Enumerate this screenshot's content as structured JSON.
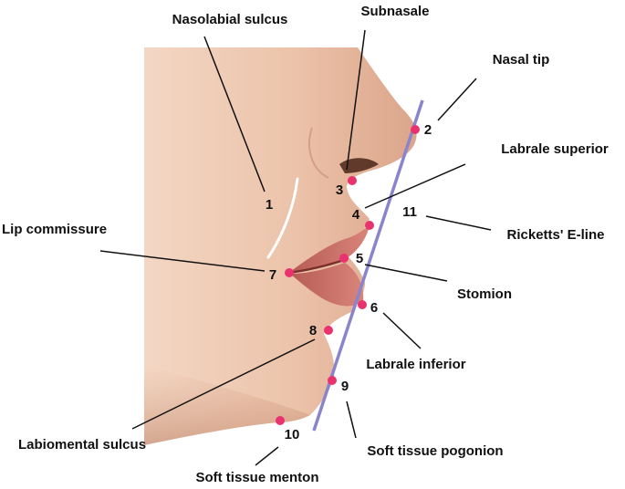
{
  "colors": {
    "skin_light": "#f1d2bd",
    "skin_mid": "#e2ae92",
    "skin_dark": "#b97f63",
    "lip": "#c8695e",
    "lip_dark": "#7a2f2b",
    "nostril": "#4a2418",
    "marker": "#e8336f",
    "eline": "#8a84cc",
    "leader": "#111111",
    "sulcus_mark": "#ffffff"
  },
  "eline": {
    "name": "Ricketts' E-line",
    "number": "11"
  },
  "landmarks": [
    {
      "number": "1",
      "label": "Nasolabial sulcus",
      "marker": false
    },
    {
      "number": "2",
      "label": "Nasal tip",
      "marker": true
    },
    {
      "number": "3",
      "label": "Subnasale",
      "marker": true
    },
    {
      "number": "4",
      "label": "Labrale superior",
      "marker": true
    },
    {
      "number": "5",
      "label": "Stomion",
      "marker": true
    },
    {
      "number": "6",
      "label": "Labrale inferior",
      "marker": true
    },
    {
      "number": "7",
      "label": "Lip commissure",
      "marker": true
    },
    {
      "number": "8",
      "label": "Labiomental sulcus",
      "marker": true
    },
    {
      "number": "9",
      "label": "Soft tissue pogonion",
      "marker": true
    },
    {
      "number": "10",
      "label": "Soft tissue menton",
      "marker": true
    }
  ]
}
